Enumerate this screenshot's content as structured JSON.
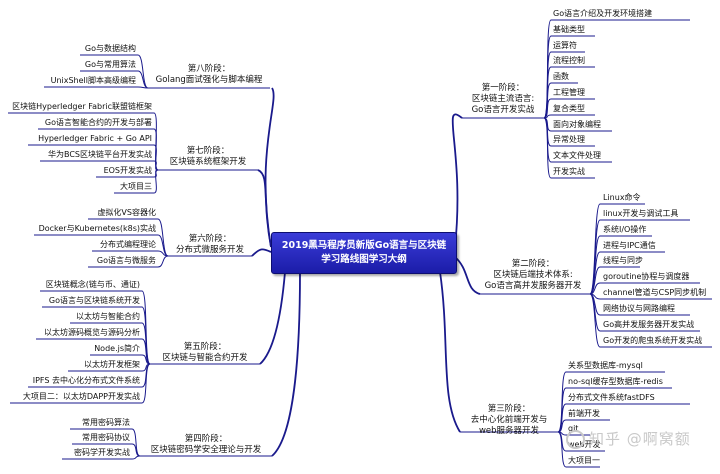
{
  "root": {
    "line1": "2019黑马程序员新版Go语言与区块链",
    "line2": "学习路线图学习大纲"
  },
  "stages": {
    "s1": {
      "line1": "第一阶段：",
      "line2": "区块链主流语言:",
      "line3": "Go语言开发实战",
      "items": [
        "Go语言介绍及开发环境搭建",
        "基础类型",
        "运算符",
        "流程控制",
        "函数",
        "工程管理",
        "复合类型",
        "面向对象编程",
        "异常处理",
        "文本文件处理",
        "开发实战"
      ]
    },
    "s2": {
      "line1": "第二阶段：",
      "line2": "区块链后端技术体系:",
      "line3": "Go语言高并发服务器开发",
      "items": [
        "Linux命令",
        "linux开发与调试工具",
        "系统I/O操作",
        "进程与IPC通信",
        "线程与同步",
        "goroutine协程与调度器",
        "channel管道与CSP同步机制",
        "网络协议与网路编程",
        "Go高并发服务器开发实战",
        "Go开发的爬虫系统开发实战"
      ]
    },
    "s3": {
      "line1": "第三阶段：",
      "line2": "去中心化前端开发与",
      "line3": "web服务器开发",
      "items": [
        "关系型数据库-mysql",
        "no-sql缓存型数据库-redis",
        "分布式文件系统fastDFS",
        "前端开发",
        "git",
        "web开发",
        "大项目一"
      ]
    },
    "s4": {
      "line1": "第四阶段：",
      "line2": "区块链密码学安全理论与开发",
      "items": [
        "常用密码算法",
        "常用密码协议",
        "密码学开发实战"
      ]
    },
    "s5": {
      "line1": "第五阶段：",
      "line2": "区块链与智能合约开发",
      "items": [
        "区块链概念(链与币、通证)",
        "Go语言与区块链系统开发",
        "以太坊与智能合约",
        "以太坊源码概览与源码分析",
        "Node.js简介",
        "以太坊开发框架",
        "IPFS 去中心化分布式文件系统",
        "大项目二：以太坊DAPP开发实战"
      ]
    },
    "s6": {
      "line1": "第六阶段：",
      "line2": "分布式微服务开发",
      "items": [
        "虚拟化VS容器化",
        "Docker与Kubernetes(k8s)实战",
        "分布式编程理论",
        "Go语言与微服务"
      ]
    },
    "s7": {
      "line1": "第七阶段：",
      "line2": "区块链系统框架开发",
      "items": [
        "区块链Hyperledger Fabric联盟链框架",
        "Go语言智能合约的开发与部署",
        "Hyperledger Fabric + Go API",
        "华为BCS区块链平台开发实战",
        "EOS开发实战",
        "大项目三"
      ]
    },
    "s8": {
      "line1": "第八阶段：",
      "line2": "Golang面试强化与脚本编程",
      "items": [
        "Go与数据结构",
        "Go与常用算法",
        "UnixShell脚本高级编程"
      ]
    }
  },
  "watermark": "知乎 @啊窝额",
  "colors": {
    "line": "#1a1a8c",
    "root_fill": "#2a2cc4",
    "root_text": "#ffffff"
  }
}
